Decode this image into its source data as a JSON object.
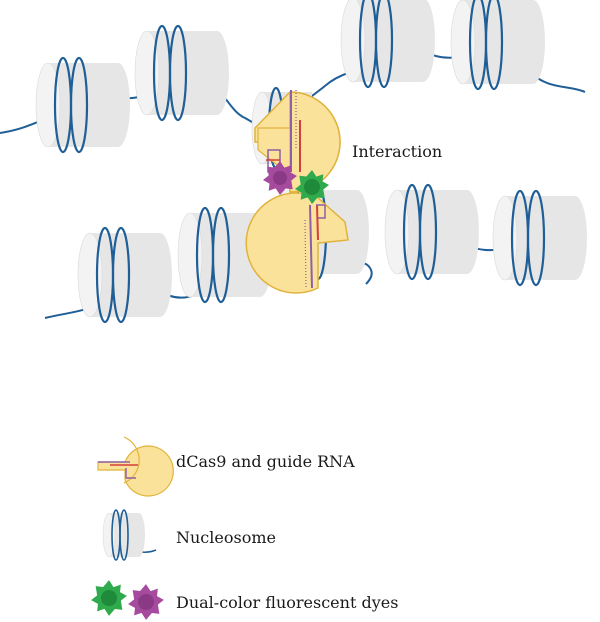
{
  "diagram": {
    "interaction_label": "Interaction"
  },
  "legend": {
    "items": [
      {
        "label": "dCas9 and guide RNA",
        "icon": "dcas9-guide-rna"
      },
      {
        "label": "Nucleosome",
        "icon": "nucleosome"
      },
      {
        "label": "Dual-color fluorescent dyes",
        "icon": "fluorescent-dyes"
      }
    ]
  },
  "colors": {
    "dna_strand": "#1f5e96",
    "nucleosome_fill": "#e6e6e6",
    "nucleosome_top": "#f2f2f2",
    "dcas9_fill": "#fbe29a",
    "dcas9_stroke": "#e0b33c",
    "guide_rna": "#8e5fa8",
    "guide_rna_red": "#d2403a",
    "dye_green": "#2faa4c",
    "dye_magenta": "#a64a9e"
  }
}
